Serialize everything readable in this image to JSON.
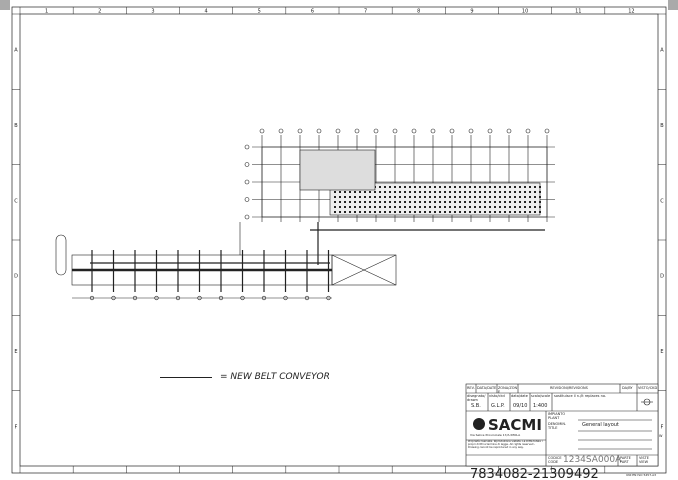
{
  "border": {
    "columns": [
      "1",
      "2",
      "3",
      "4",
      "5",
      "6",
      "7",
      "8",
      "9",
      "10",
      "11",
      "12"
    ],
    "rows": [
      "A",
      "B",
      "C",
      "D",
      "E",
      "F"
    ]
  },
  "legend": {
    "label": "= NEW BELT CONVEYOR"
  },
  "title_block": {
    "headers": [
      "REV.",
      "DATA/DATE",
      "ZONA/ZONE",
      "REVISIONI/REVISIONS",
      "DA/BY",
      "VISTO/CKD"
    ],
    "row2_labels": [
      "disegnato/drawn",
      "visto/ckd",
      "data/date",
      "scala/scale",
      "sostituisce il n./it replaces no."
    ],
    "drawn_by": "S.B.",
    "checked_by": "G.L.P.",
    "date": "09/10",
    "scale": "1:400",
    "company": "SACMI",
    "company_address": "Via Selice Provinciale 17/A IMOLA",
    "plant_label": "IMPIANTO PLANT",
    "title_label": "DENOMIN. TITLE",
    "title": "General layout",
    "code_label": "CODICE CODE",
    "code": "1234SA000A",
    "parts_label": "PARTE PART",
    "view_label": "VISTE VIEW",
    "size_label": "UNI EN ISO 5457-A3",
    "side_mark": "W",
    "disclaimer": "Proprietà riservata. Riproduzione vietata. La Ditta tutela i propri diritti a termine di legge. All rights reserved - Drawing cannot be reproduced in any way."
  },
  "watermark": "7834082-21309492",
  "colors": {
    "line": "#222222",
    "paper": "#ffffff",
    "corner": "#999999"
  }
}
